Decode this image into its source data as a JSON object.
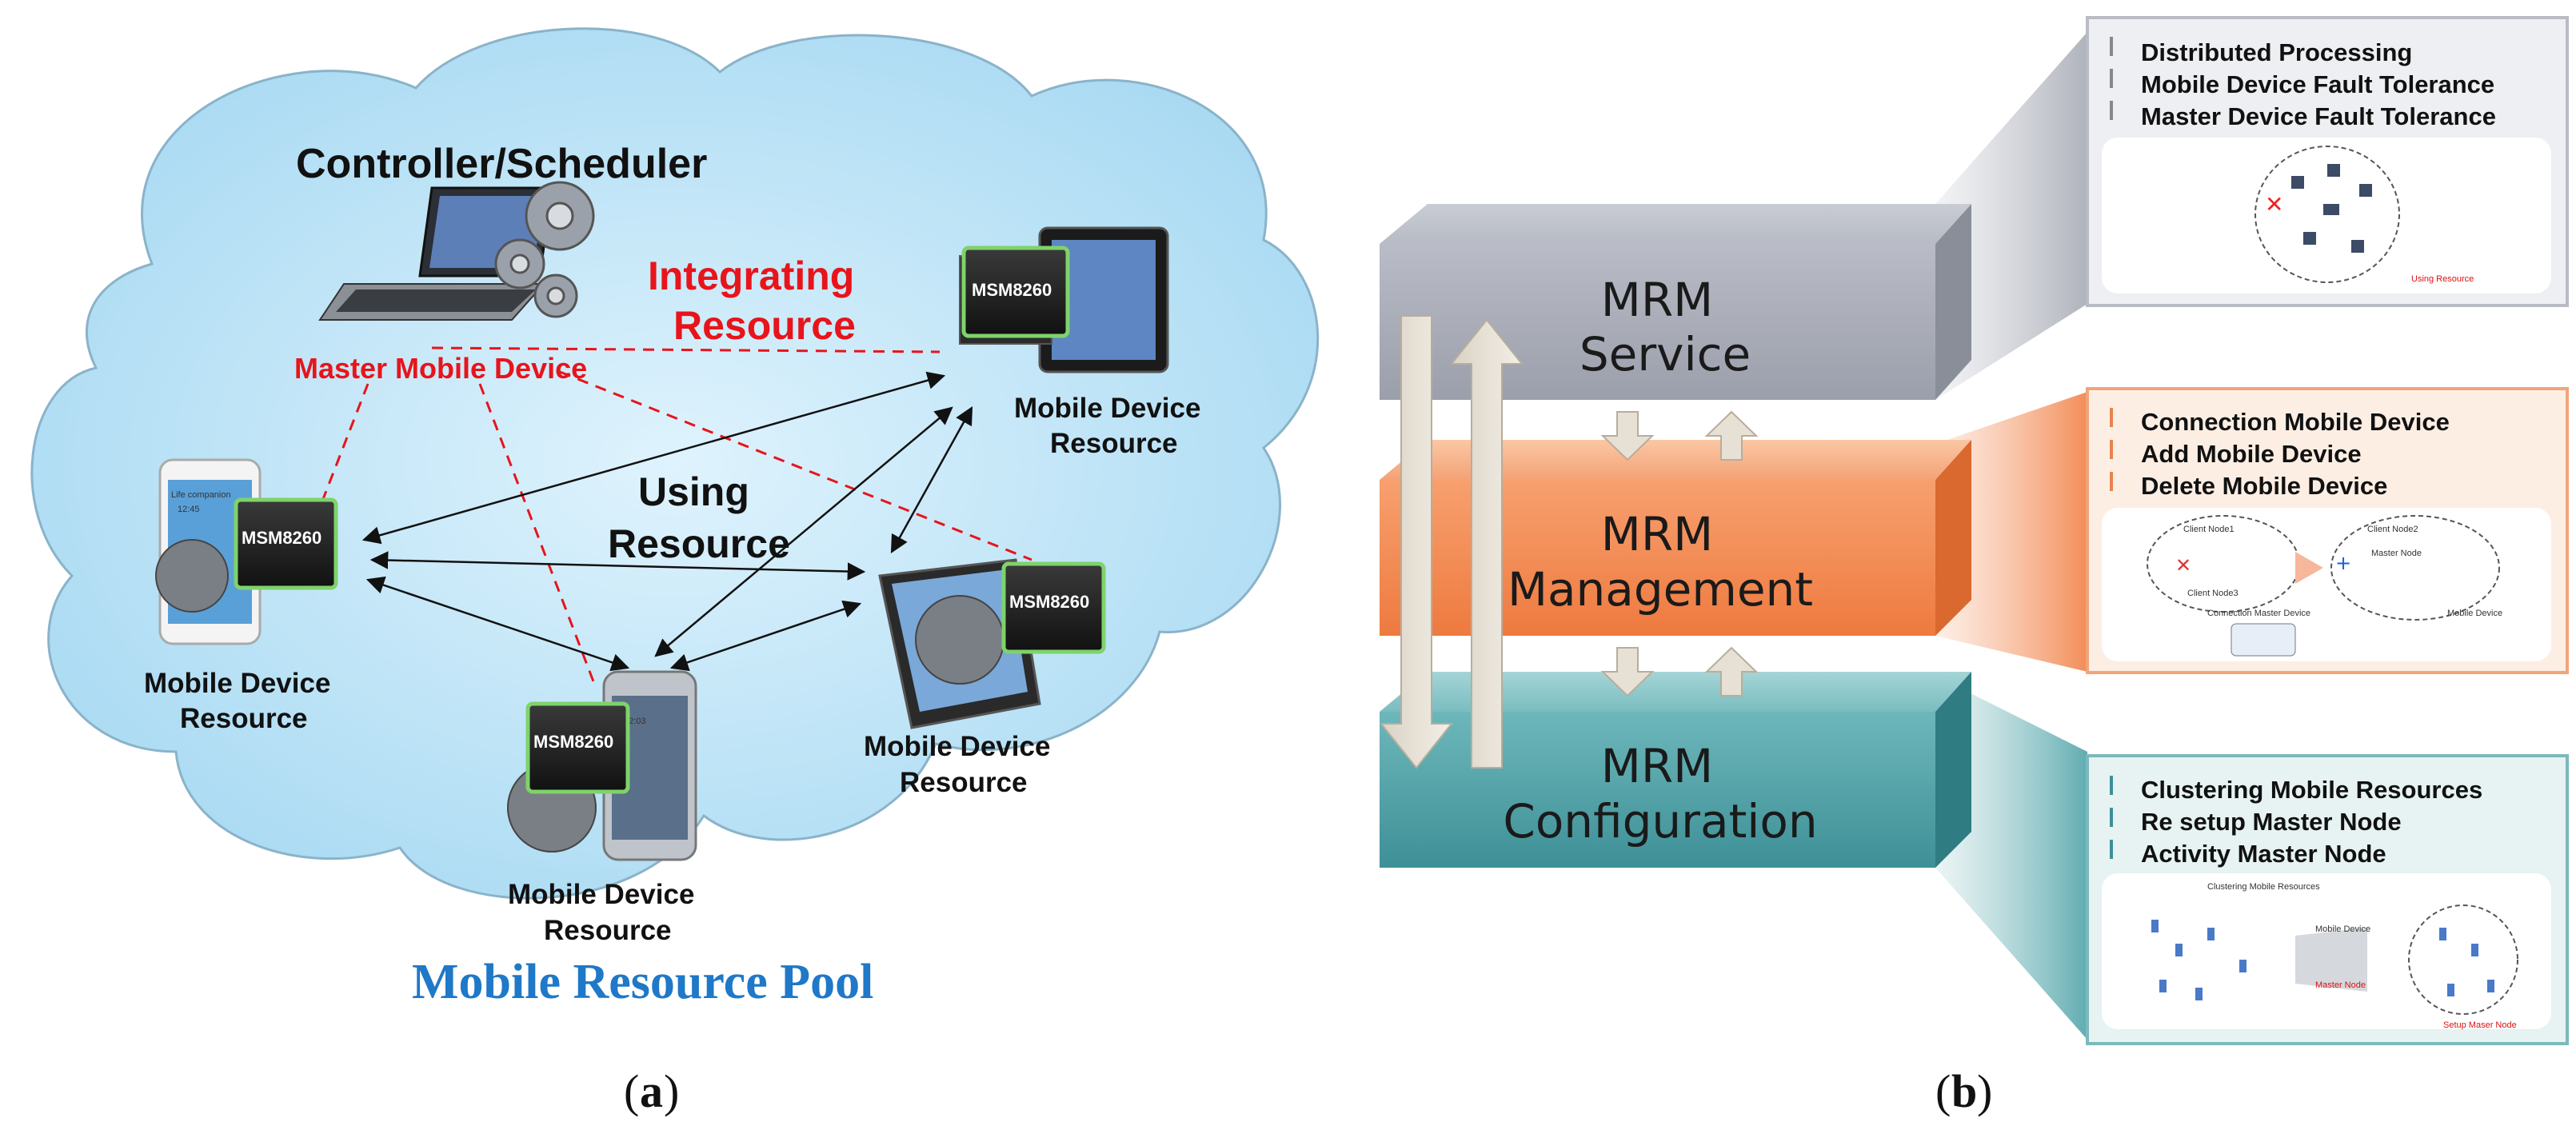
{
  "panel_a": {
    "controller_label": "Controller/Scheduler",
    "integrating_label_line1": "Integrating",
    "integrating_label_line2": "Resource",
    "master_label": "Master Mobile Device",
    "using_label_line1": "Using",
    "using_label_line2": "Resource",
    "device_label_line1": "Mobile Device",
    "device_label_line2": "Resource",
    "chip_text": "MSM8260",
    "phone_screen_text1": "Life companion",
    "phone_screen_text2": "12:45",
    "note_screen_time": "12:03",
    "pool_title": "Mobile Resource Pool",
    "caption_letter": "a",
    "colors": {
      "cloud": "#bfe3f7",
      "red": "#e8141b",
      "pool_blue": "#1f78c8"
    }
  },
  "panel_b": {
    "caption_letter": "b",
    "layers": [
      {
        "line1": "MRM",
        "line2": "Service",
        "color": "#a9adb8"
      },
      {
        "line1": "MRM",
        "line2": "Management",
        "color": "#f2874f"
      },
      {
        "line1": "MRM",
        "line2": "Configuration",
        "color": "#4fa3a8"
      }
    ],
    "callouts": [
      {
        "items": [
          "Distributed Processing",
          "Mobile Device Fault Tolerance",
          "Master Device Fault Tolerance"
        ],
        "mini_labels": [
          "Using Resource"
        ]
      },
      {
        "items": [
          "Connection Mobile Device",
          "Add Mobile Device",
          "Delete Mobile Device"
        ],
        "mini_labels": [
          "Client Node1",
          "Client Node2",
          "Client Node3",
          "Master Node",
          "Connection Master Device",
          "Mobile Device"
        ]
      },
      {
        "items": [
          "Clustering Mobile Resources",
          "Re setup Master Node",
          "Activity Master Node"
        ],
        "mini_labels": [
          "Clustering Mobile Resources",
          "Setup Maser Node",
          "Mobile Device",
          "Master Node"
        ]
      }
    ]
  }
}
